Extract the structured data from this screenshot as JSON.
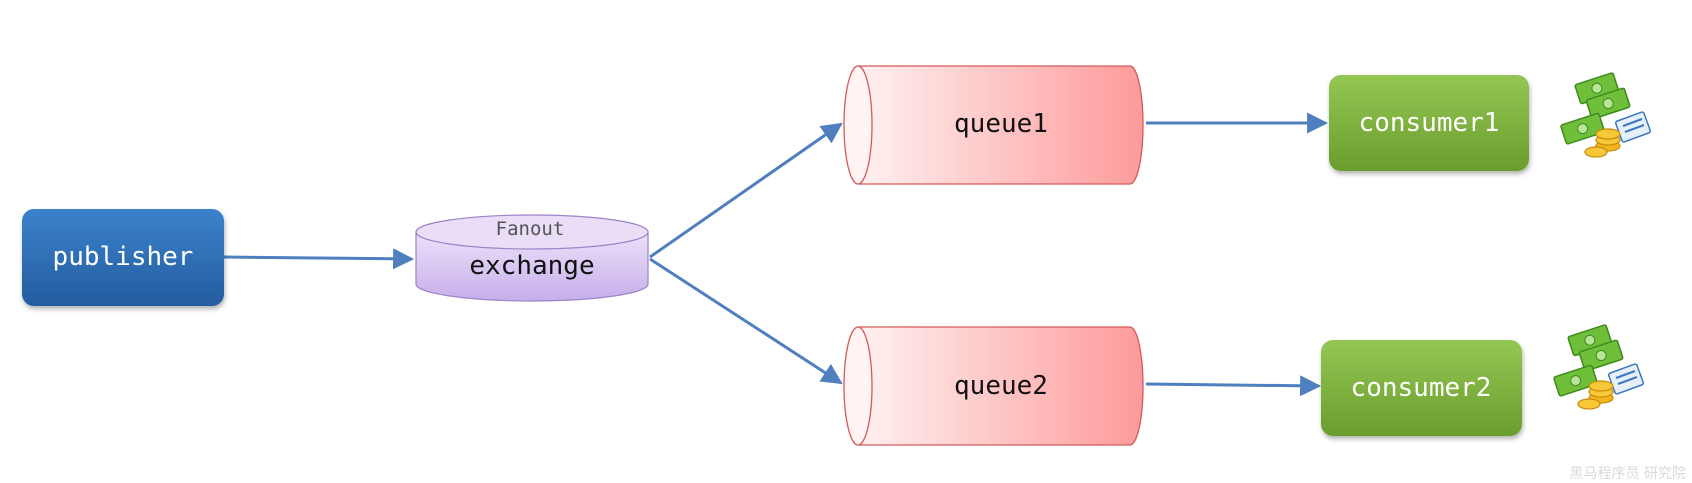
{
  "nodes": {
    "publisher": {
      "label": "publisher"
    },
    "exchange": {
      "label": "exchange",
      "type_label": "Fanout"
    },
    "queue1": {
      "label": "queue1"
    },
    "queue2": {
      "label": "queue2"
    },
    "consumer1": {
      "label": "consumer1"
    },
    "consumer2": {
      "label": "consumer2"
    }
  },
  "watermark": "黑马程序员 研究院",
  "colors": {
    "publisher": "#2f6fb8",
    "exchange": "#cdb6ea",
    "queue": "#fda7a7",
    "consumer": "#7db33c",
    "arrow": "#4f7fbf"
  },
  "icons": [
    "money-icon",
    "money-icon"
  ]
}
